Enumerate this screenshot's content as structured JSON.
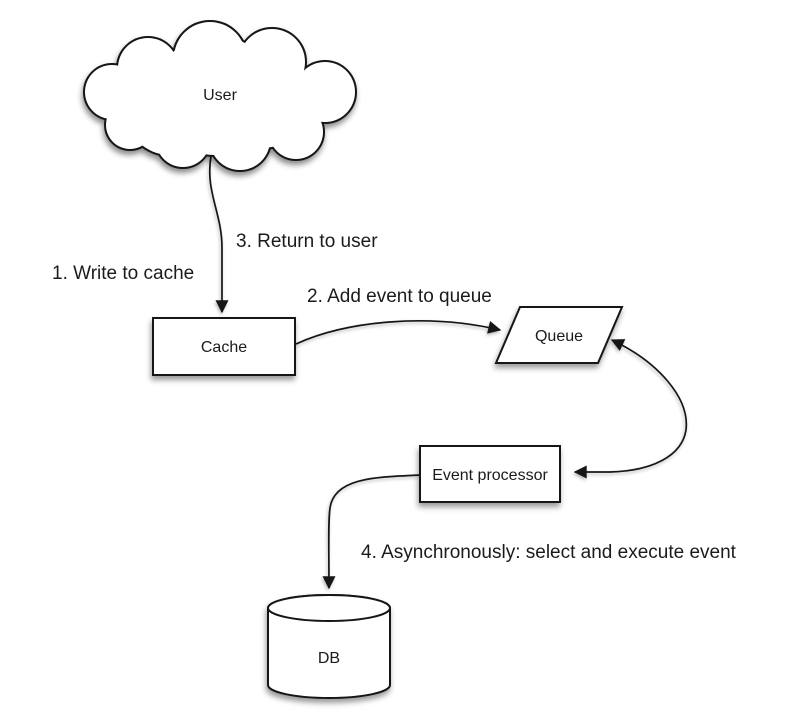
{
  "diagram": {
    "type": "flow-diagram",
    "colors": {
      "canvas_bg": "#ffffff",
      "stroke": "#161616",
      "text": "#1b1b1b",
      "node_fill": "#ffffff"
    },
    "nodes": {
      "user": {
        "label": "User",
        "shape": "cloud"
      },
      "cache": {
        "label": "Cache",
        "shape": "rectangle"
      },
      "queue": {
        "label": "Queue",
        "shape": "parallelogram"
      },
      "event_processor": {
        "label": "Event processor",
        "shape": "rectangle"
      },
      "db": {
        "label": "DB",
        "shape": "cylinder"
      }
    },
    "edge_labels": {
      "step1": "1. Write to cache",
      "step2": "2. Add event to queue",
      "step3": "3. Return to user",
      "step4": "4. Asynchronously: select and execute event"
    },
    "edges": [
      {
        "from": "user",
        "to": "cache",
        "labels": [
          "1. Write to cache",
          "3. Return to user"
        ],
        "bidirectional": false
      },
      {
        "from": "cache",
        "to": "queue",
        "labels": [
          "2. Add event to queue"
        ],
        "bidirectional": false
      },
      {
        "from": "queue",
        "to": "event_processor",
        "labels": [],
        "bidirectional": true
      },
      {
        "from": "event_processor",
        "to": "db",
        "labels": [
          "4. Asynchronously: select and execute event"
        ],
        "bidirectional": false
      }
    ]
  }
}
